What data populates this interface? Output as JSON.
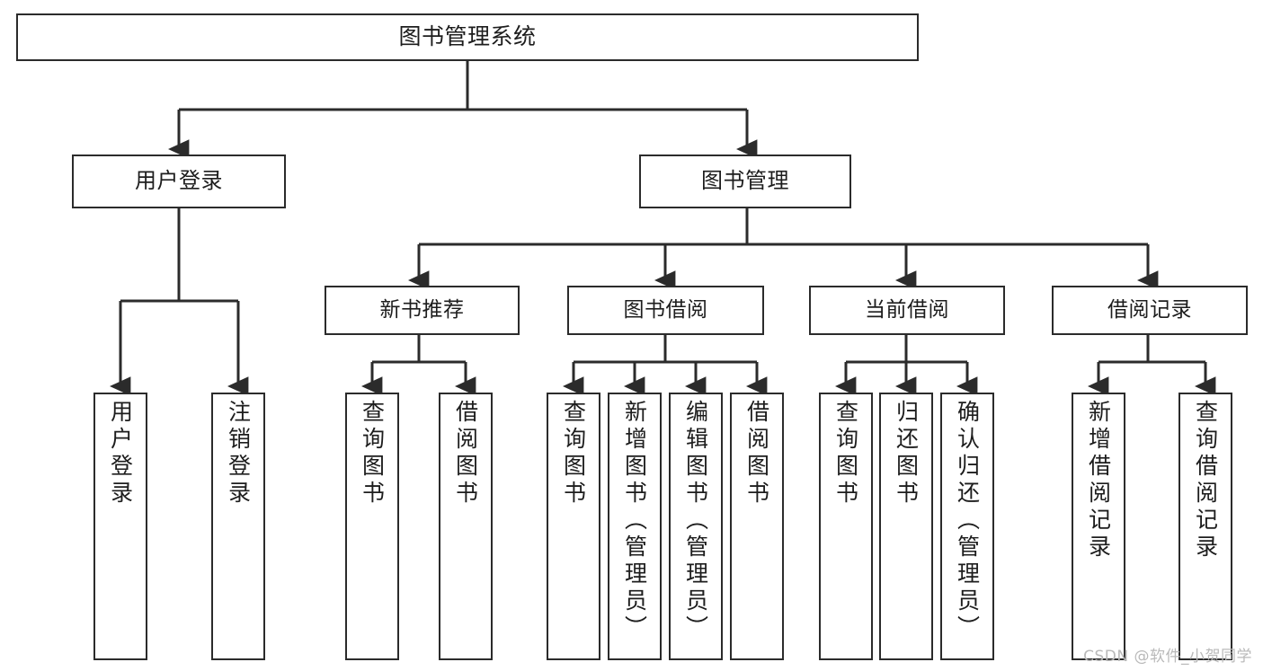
{
  "diagram": {
    "type": "tree-hierarchy",
    "title": "图书管理系统",
    "orientation": "top-down",
    "colors": {
      "box_border": "#2b2b2b",
      "box_fill": "#ffffff",
      "connector": "#2b2b2b",
      "text": "#1d1d1d",
      "watermark": "#b9b9b9",
      "background": "#ffffff"
    },
    "root": {
      "label": "图书管理系统"
    },
    "level2": [
      {
        "label": "用户登录"
      },
      {
        "label": "图书管理"
      }
    ],
    "level3": [
      {
        "label": "新书推荐"
      },
      {
        "label": "图书借阅"
      },
      {
        "label": "当前借阅"
      },
      {
        "label": "借阅记录"
      }
    ],
    "leaves": [
      {
        "label": "用户登录",
        "parent": "用户登录"
      },
      {
        "label": "注销登录",
        "parent": "用户登录"
      },
      {
        "label": "查询图书",
        "parent": "新书推荐"
      },
      {
        "label": "借阅图书",
        "parent": "新书推荐"
      },
      {
        "label": "查询图书",
        "parent": "图书借阅"
      },
      {
        "label": "新增图书（管理员）",
        "parent": "图书借阅"
      },
      {
        "label": "编辑图书（管理员）",
        "parent": "图书借阅"
      },
      {
        "label": "借阅图书",
        "parent": "图书借阅"
      },
      {
        "label": "查询图书",
        "parent": "当前借阅"
      },
      {
        "label": "归还图书",
        "parent": "当前借阅"
      },
      {
        "label": "确认归还（管理员）",
        "parent": "当前借阅"
      },
      {
        "label": "新增借阅记录",
        "parent": "借阅记录"
      },
      {
        "label": "查询借阅记录",
        "parent": "借阅记录"
      }
    ]
  },
  "watermark": {
    "text": "CSDN @软件_小贺同学"
  }
}
